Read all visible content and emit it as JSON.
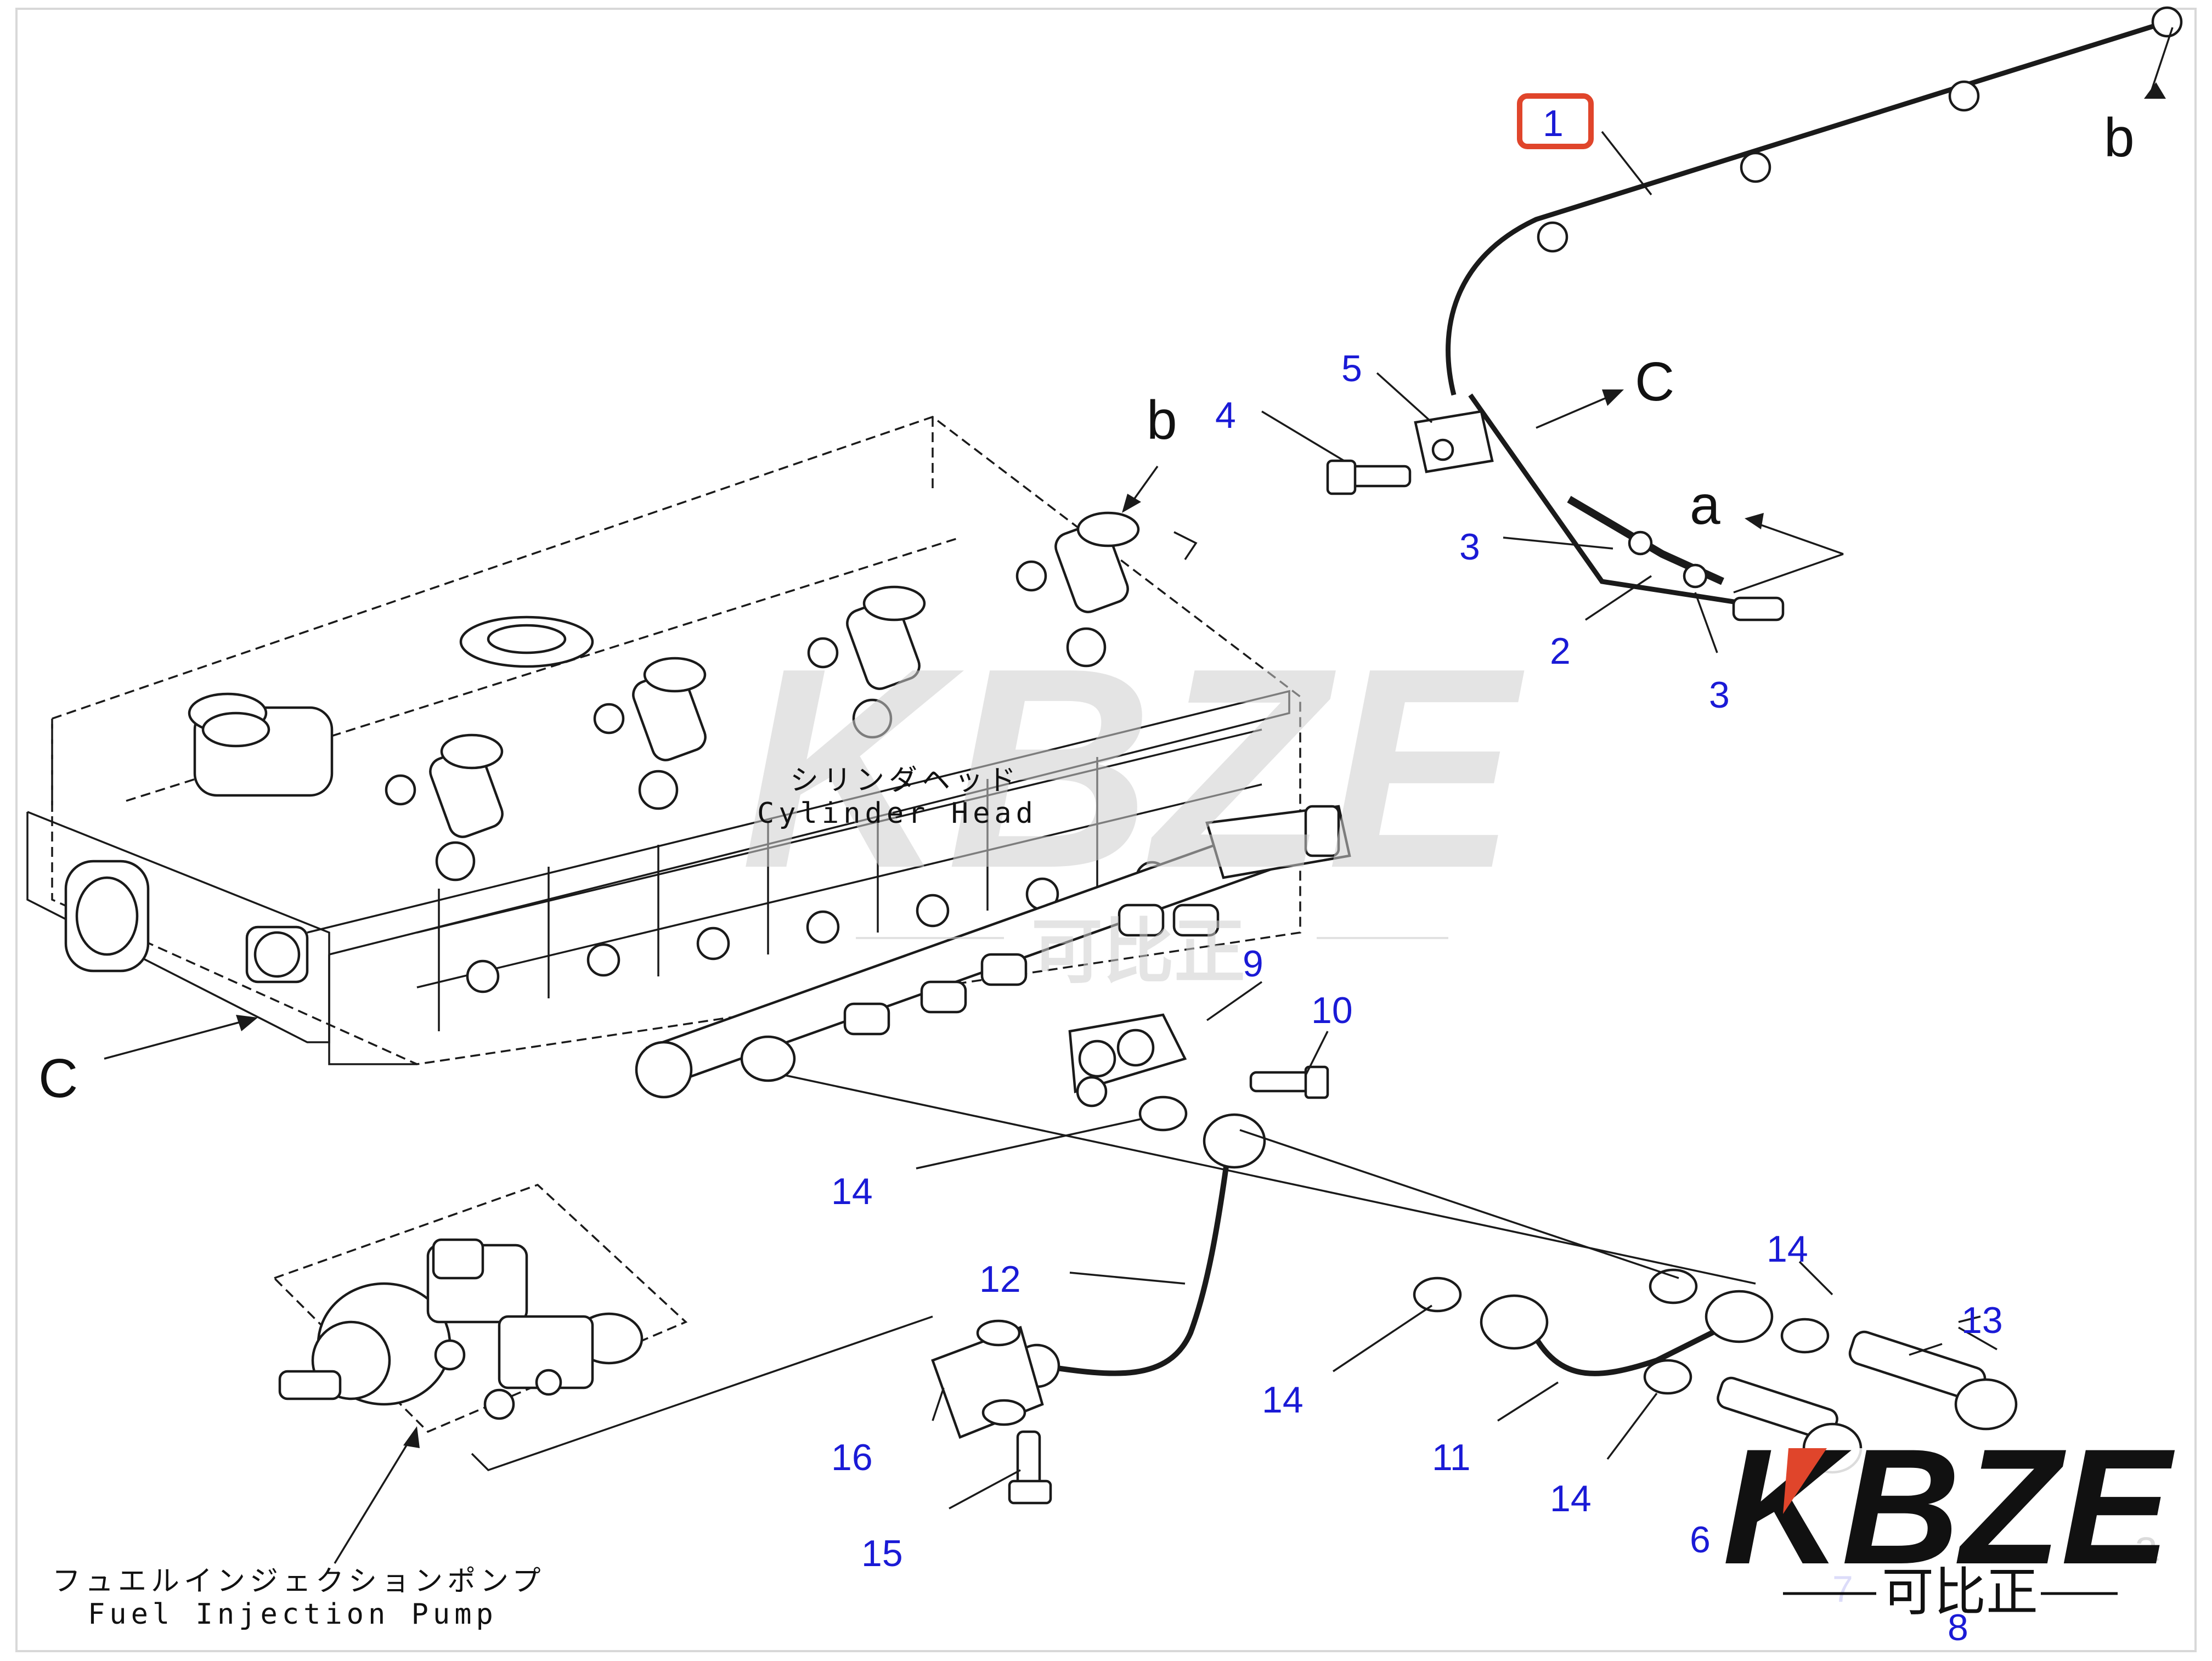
{
  "callouts": {
    "c1": "1",
    "c2": "2",
    "c3a": "3",
    "c3b": "3",
    "c4": "4",
    "c5": "5",
    "c6": "6",
    "c7": "7",
    "c8": "8",
    "c9": "9",
    "c10": "10",
    "c11": "11",
    "c12": "12",
    "c13": "13",
    "c14a": "14",
    "c14b": "14",
    "c14c": "14",
    "c14d": "14",
    "c15": "15",
    "c16": "16"
  },
  "refs": {
    "b_top": "b",
    "b_mid": "b",
    "a": "a",
    "c_right": "C",
    "c_left": "C",
    "a_small": "a"
  },
  "labels": {
    "cylinder_head_jp": "シリンダヘッド",
    "cylinder_head_en": "Cylinder Head",
    "fuel_pump_jp": "フュエルインジェクションポンプ",
    "fuel_pump_en": "Fuel Injection Pump"
  },
  "watermark": {
    "brand": "KBZE",
    "chinese": "可比正"
  },
  "highlight_color": "#e0452b",
  "callout_color": "#1a1ad6"
}
